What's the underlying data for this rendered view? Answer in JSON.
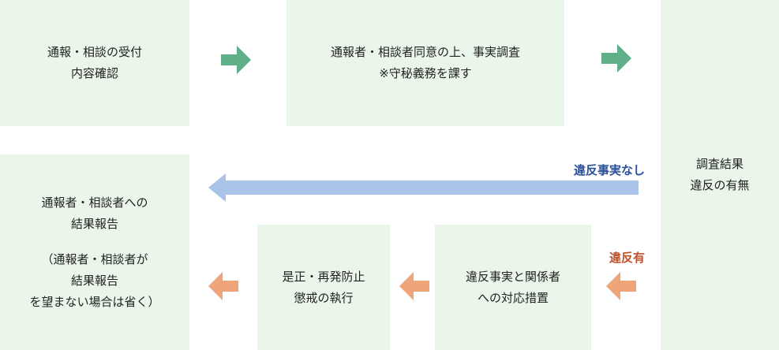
{
  "boxes": {
    "intake": [
      "通報・相談の受付",
      "内容確認"
    ],
    "investigate": [
      "通報者・相談者同意の上、事実調査",
      "※守秘義務を課す"
    ],
    "result": [
      "調査結果",
      "違反の有無"
    ],
    "report": [
      "通報者・相談者への",
      "結果報告"
    ],
    "report_note": [
      "（通報者・相談者が",
      "結果報告",
      "を望まない場合は省く）"
    ],
    "respond": [
      "違反事実と関係者",
      "への対応措置"
    ],
    "correct": [
      "是正・再発防止",
      "懲戒の執行"
    ]
  },
  "labels": {
    "no_violation": "違反事実なし",
    "violation": "違反有"
  },
  "colors": {
    "box_fill": "#eaf6ea",
    "forward_arrow": "#5fb088",
    "no_violation_arrow": "#a9c4e8",
    "violation_arrow": "#efa57a",
    "no_violation_text": "#2b4f9a",
    "violation_text": "#c0502a"
  }
}
